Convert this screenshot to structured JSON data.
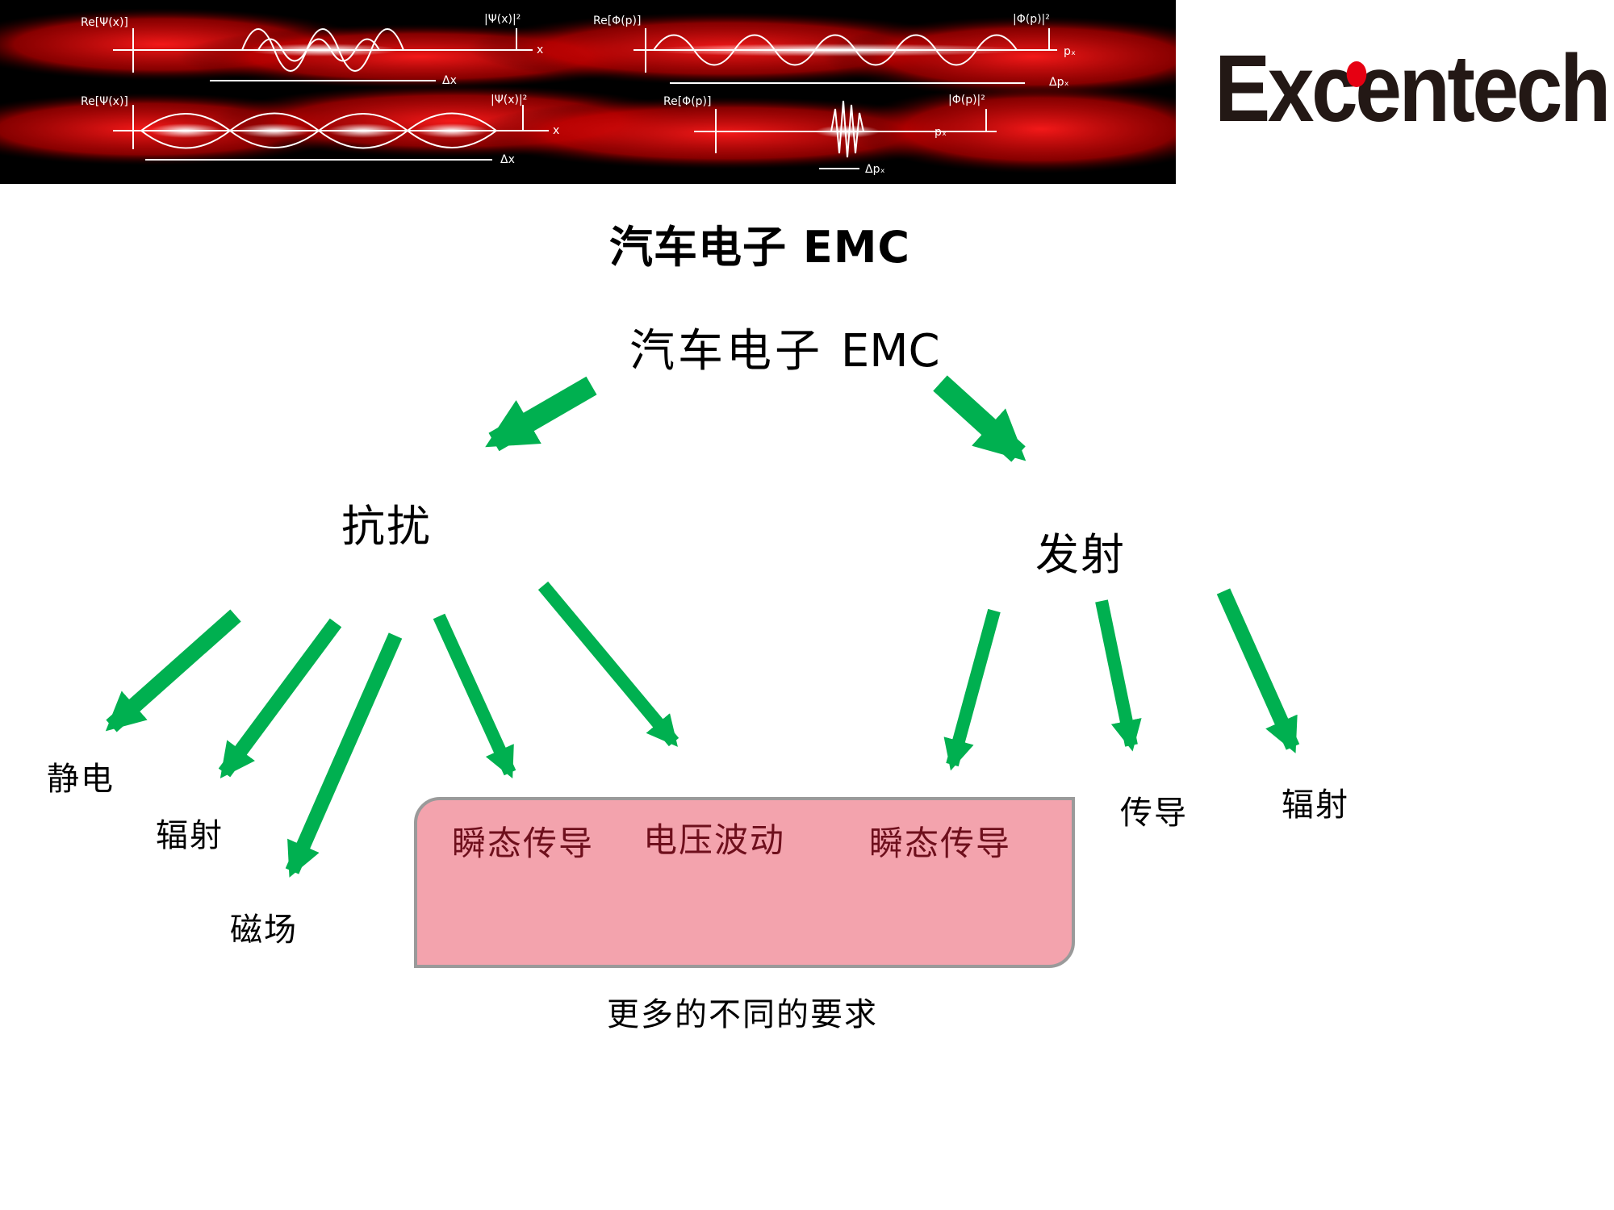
{
  "banner": {
    "description": "quantum wave packet illustration on red smoke background",
    "labels": {
      "top_left_re": "Re[Ψ(x)]",
      "top_left_abs": "|Ψ(x)|²",
      "top_left_axis": "x",
      "top_left_delta": "Δx",
      "bottom_left_re": "Re[Ψ(x)]",
      "bottom_left_abs": "|Ψ(x)|²",
      "bottom_left_axis": "x",
      "bottom_left_delta": "Δx",
      "top_right_re": "Re[Φ(p)]",
      "top_right_abs": "|Φ(p)|²",
      "top_right_axis": "pₓ",
      "top_right_delta": "Δpₓ",
      "bottom_right_re": "Re[Φ(p)]",
      "bottom_right_abs": "|Φ(p)|²",
      "bottom_right_axis": "pₓ",
      "bottom_right_delta": "Δpₓ"
    }
  },
  "logo": {
    "text": "Excentech",
    "text_before_dot": "Exc",
    "text_after_dot": "entech",
    "color": "#231815",
    "dot_color": "#e60012"
  },
  "slide": {
    "title_cjk": "汽车电子",
    "title_latin": "EMC"
  },
  "diagram": {
    "root": {
      "cjk": "汽车电子",
      "latin": "EMC"
    },
    "branches": [
      {
        "label": "抗扰",
        "children": [
          "静电",
          "辐射",
          "磁场",
          "瞬态传导",
          "电压波动"
        ]
      },
      {
        "label": "发射",
        "children": [
          "瞬态传导",
          "传导",
          "辐射"
        ]
      }
    ],
    "highlight_box": {
      "items": [
        "瞬态传导",
        "电压波动",
        "瞬态传导"
      ],
      "caption": "更多的不同的要求",
      "fill": "#f3a3ad",
      "border": "#9a9a9a",
      "text_color": "#6e0f1c"
    },
    "arrow_color": "#00b050"
  }
}
